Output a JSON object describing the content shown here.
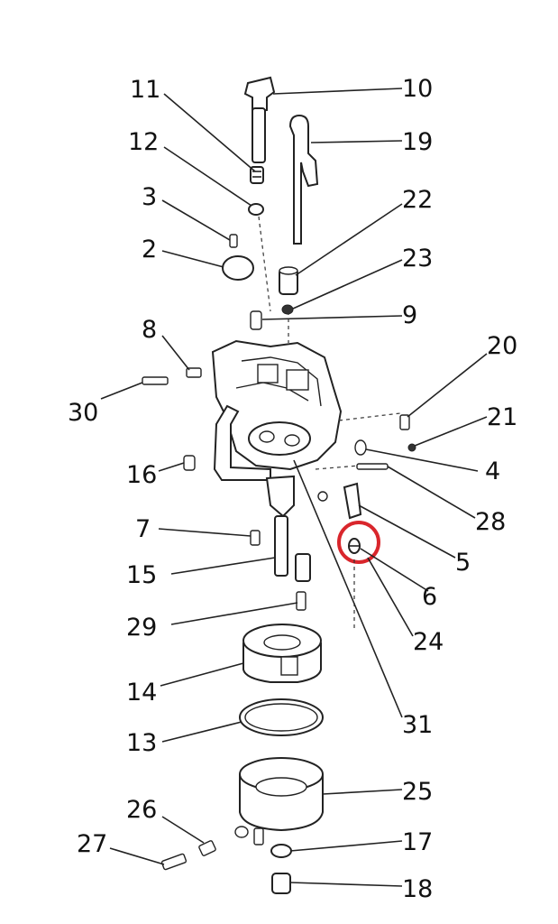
{
  "labels": {
    "p2": "2",
    "p3": "3",
    "p4": "4",
    "p5": "5",
    "p6": "6",
    "p7": "7",
    "p8": "8",
    "p9": "9",
    "p10": "10",
    "p11": "11",
    "p12": "12",
    "p13": "13",
    "p14": "14",
    "p15": "15",
    "p16": "16",
    "p17": "17",
    "p18": "18",
    "p19": "19",
    "p20": "20",
    "p21": "21",
    "p22": "22",
    "p23": "23",
    "p24": "24",
    "p25": "25",
    "p26": "26",
    "p27": "27",
    "p28": "28",
    "p29": "29",
    "p30": "30",
    "p31": "31"
  },
  "colors": {
    "ink": "#222222",
    "highlight": "#d9262c",
    "background": "#ffffff"
  }
}
